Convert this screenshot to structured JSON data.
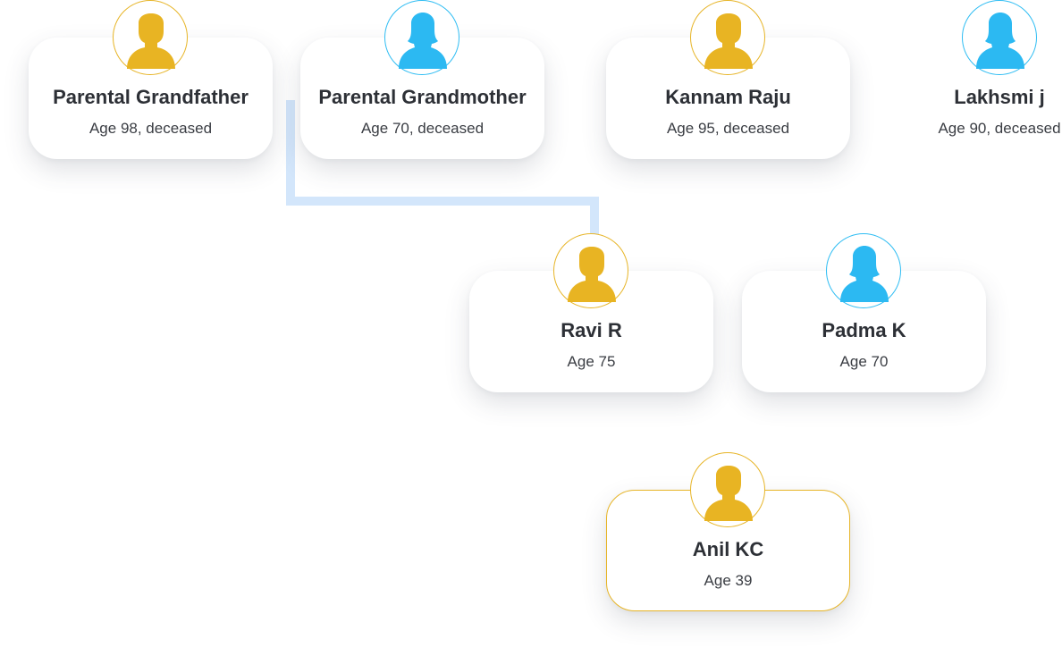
{
  "colors": {
    "male": "#e8b423",
    "female": "#2cb9f2",
    "connector": "#d3e6fb"
  },
  "people": {
    "paternal_grandfather": {
      "name": "Parental Grandfather",
      "age": "Age 98, deceased",
      "gender": "male",
      "icon": "male-person-icon"
    },
    "paternal_grandmother": {
      "name": "Parental Grandmother",
      "age": "Age 70, deceased",
      "gender": "female",
      "icon": "female-person-icon"
    },
    "maternal_grandfather": {
      "name": "Kannam Raju",
      "age": "Age 95, deceased",
      "gender": "male",
      "icon": "male-person-icon"
    },
    "maternal_grandmother": {
      "name": "Lakhsmi j",
      "age": "Age 90, deceased",
      "gender": "female",
      "icon": "female-person-icon"
    },
    "father": {
      "name": "Ravi R",
      "age": "Age 75",
      "gender": "male",
      "icon": "male-person-icon"
    },
    "mother": {
      "name": "Padma K",
      "age": "Age 70",
      "gender": "female",
      "icon": "female-person-icon"
    },
    "self": {
      "name": "Anil KC",
      "age": "Age 39",
      "gender": "male",
      "icon": "male-person-icon"
    }
  }
}
